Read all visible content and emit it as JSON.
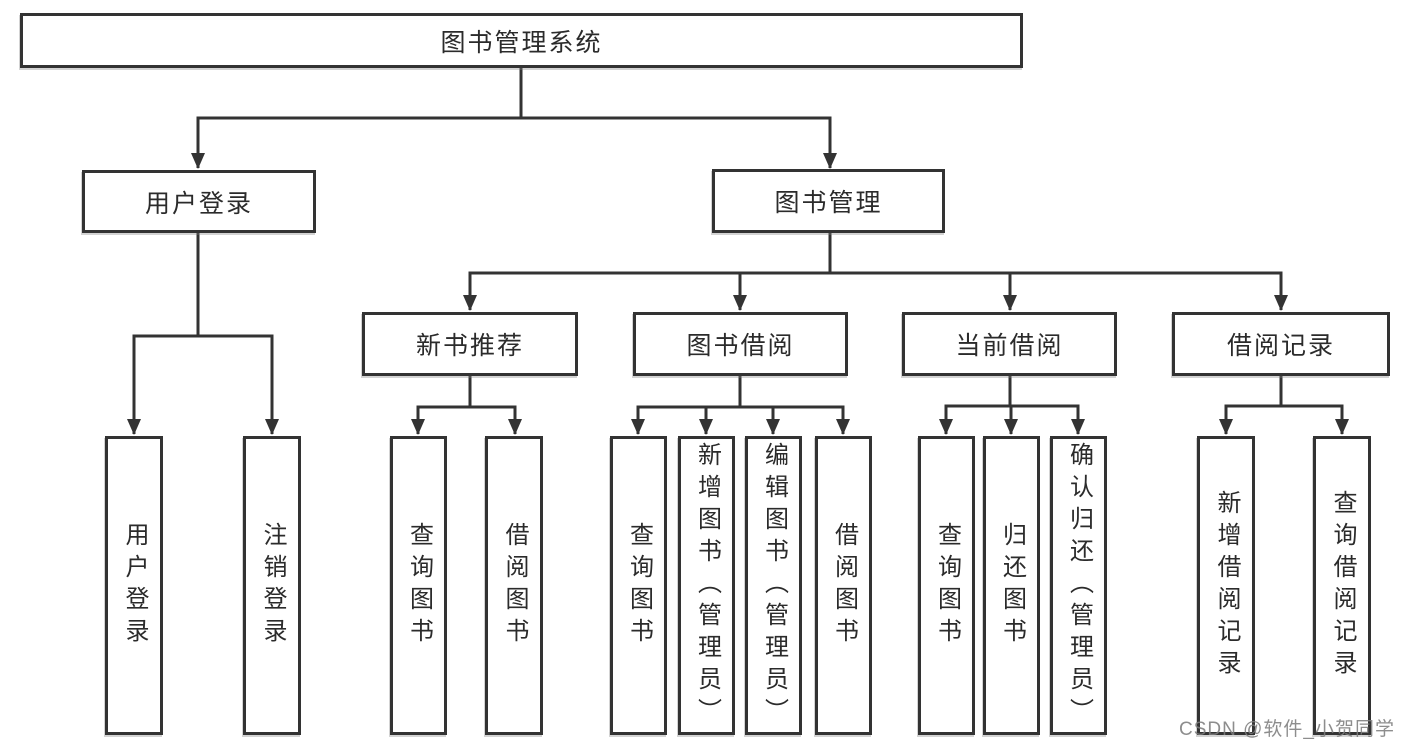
{
  "diagram": {
    "root": {
      "label": "图书管理系统"
    },
    "level2": [
      {
        "id": "user-login",
        "label": "用户登录"
      },
      {
        "id": "book-management",
        "label": "图书管理"
      }
    ],
    "level3": [
      {
        "id": "new-book-recommend",
        "label": "新书推荐"
      },
      {
        "id": "book-borrowing",
        "label": "图书借阅"
      },
      {
        "id": "current-borrowing",
        "label": "当前借阅"
      },
      {
        "id": "borrowing-records",
        "label": "借阅记录"
      }
    ],
    "leaves": [
      {
        "id": "leaf-user-login",
        "label": "用户登录"
      },
      {
        "id": "leaf-logout",
        "label": "注销登录"
      },
      {
        "id": "leaf-query-books-recommend",
        "label": "查询图书"
      },
      {
        "id": "leaf-borrow-books-recommend",
        "label": "借阅图书"
      },
      {
        "id": "leaf-query-books-borrowing",
        "label": "查询图书"
      },
      {
        "id": "leaf-add-book-admin",
        "label": "新增图书（管理员）"
      },
      {
        "id": "leaf-edit-book-admin",
        "label": "编辑图书（管理员）"
      },
      {
        "id": "leaf-borrow-books-borrowing",
        "label": "借阅图书"
      },
      {
        "id": "leaf-query-books-current",
        "label": "查询图书"
      },
      {
        "id": "leaf-return-book",
        "label": "归还图书"
      },
      {
        "id": "leaf-confirm-return-admin",
        "label": "确认归还（管理员）"
      },
      {
        "id": "leaf-add-borrow-record",
        "label": "新增借阅记录"
      },
      {
        "id": "leaf-query-borrow-record",
        "label": "查询借阅记录"
      }
    ],
    "watermark": "CSDN @软件_小贺同学",
    "colors": {
      "line": "#333333",
      "text": "#2b2b2b",
      "watermark": "#7d7d7d",
      "background": "#ffffff"
    }
  }
}
